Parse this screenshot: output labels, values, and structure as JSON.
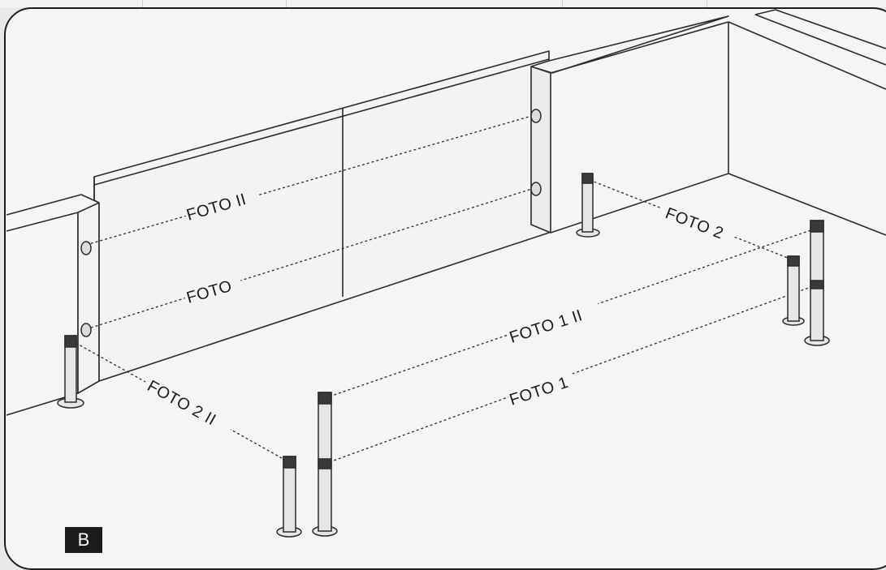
{
  "figure": {
    "badge_letter": "B",
    "beam_labels": {
      "foto_ii": "FOTO II",
      "foto": "FOTO",
      "foto_2": "FOTO 2",
      "foto_1_ii": "FOTO 1 II",
      "foto_1": "FOTO 1",
      "foto_2_ii": "FOTO 2 II"
    },
    "colors": {
      "line": "#2a2a2a",
      "surface": "#f5f5f5",
      "post": "#e6e6e6",
      "sensor": "#3a3a3a"
    }
  }
}
